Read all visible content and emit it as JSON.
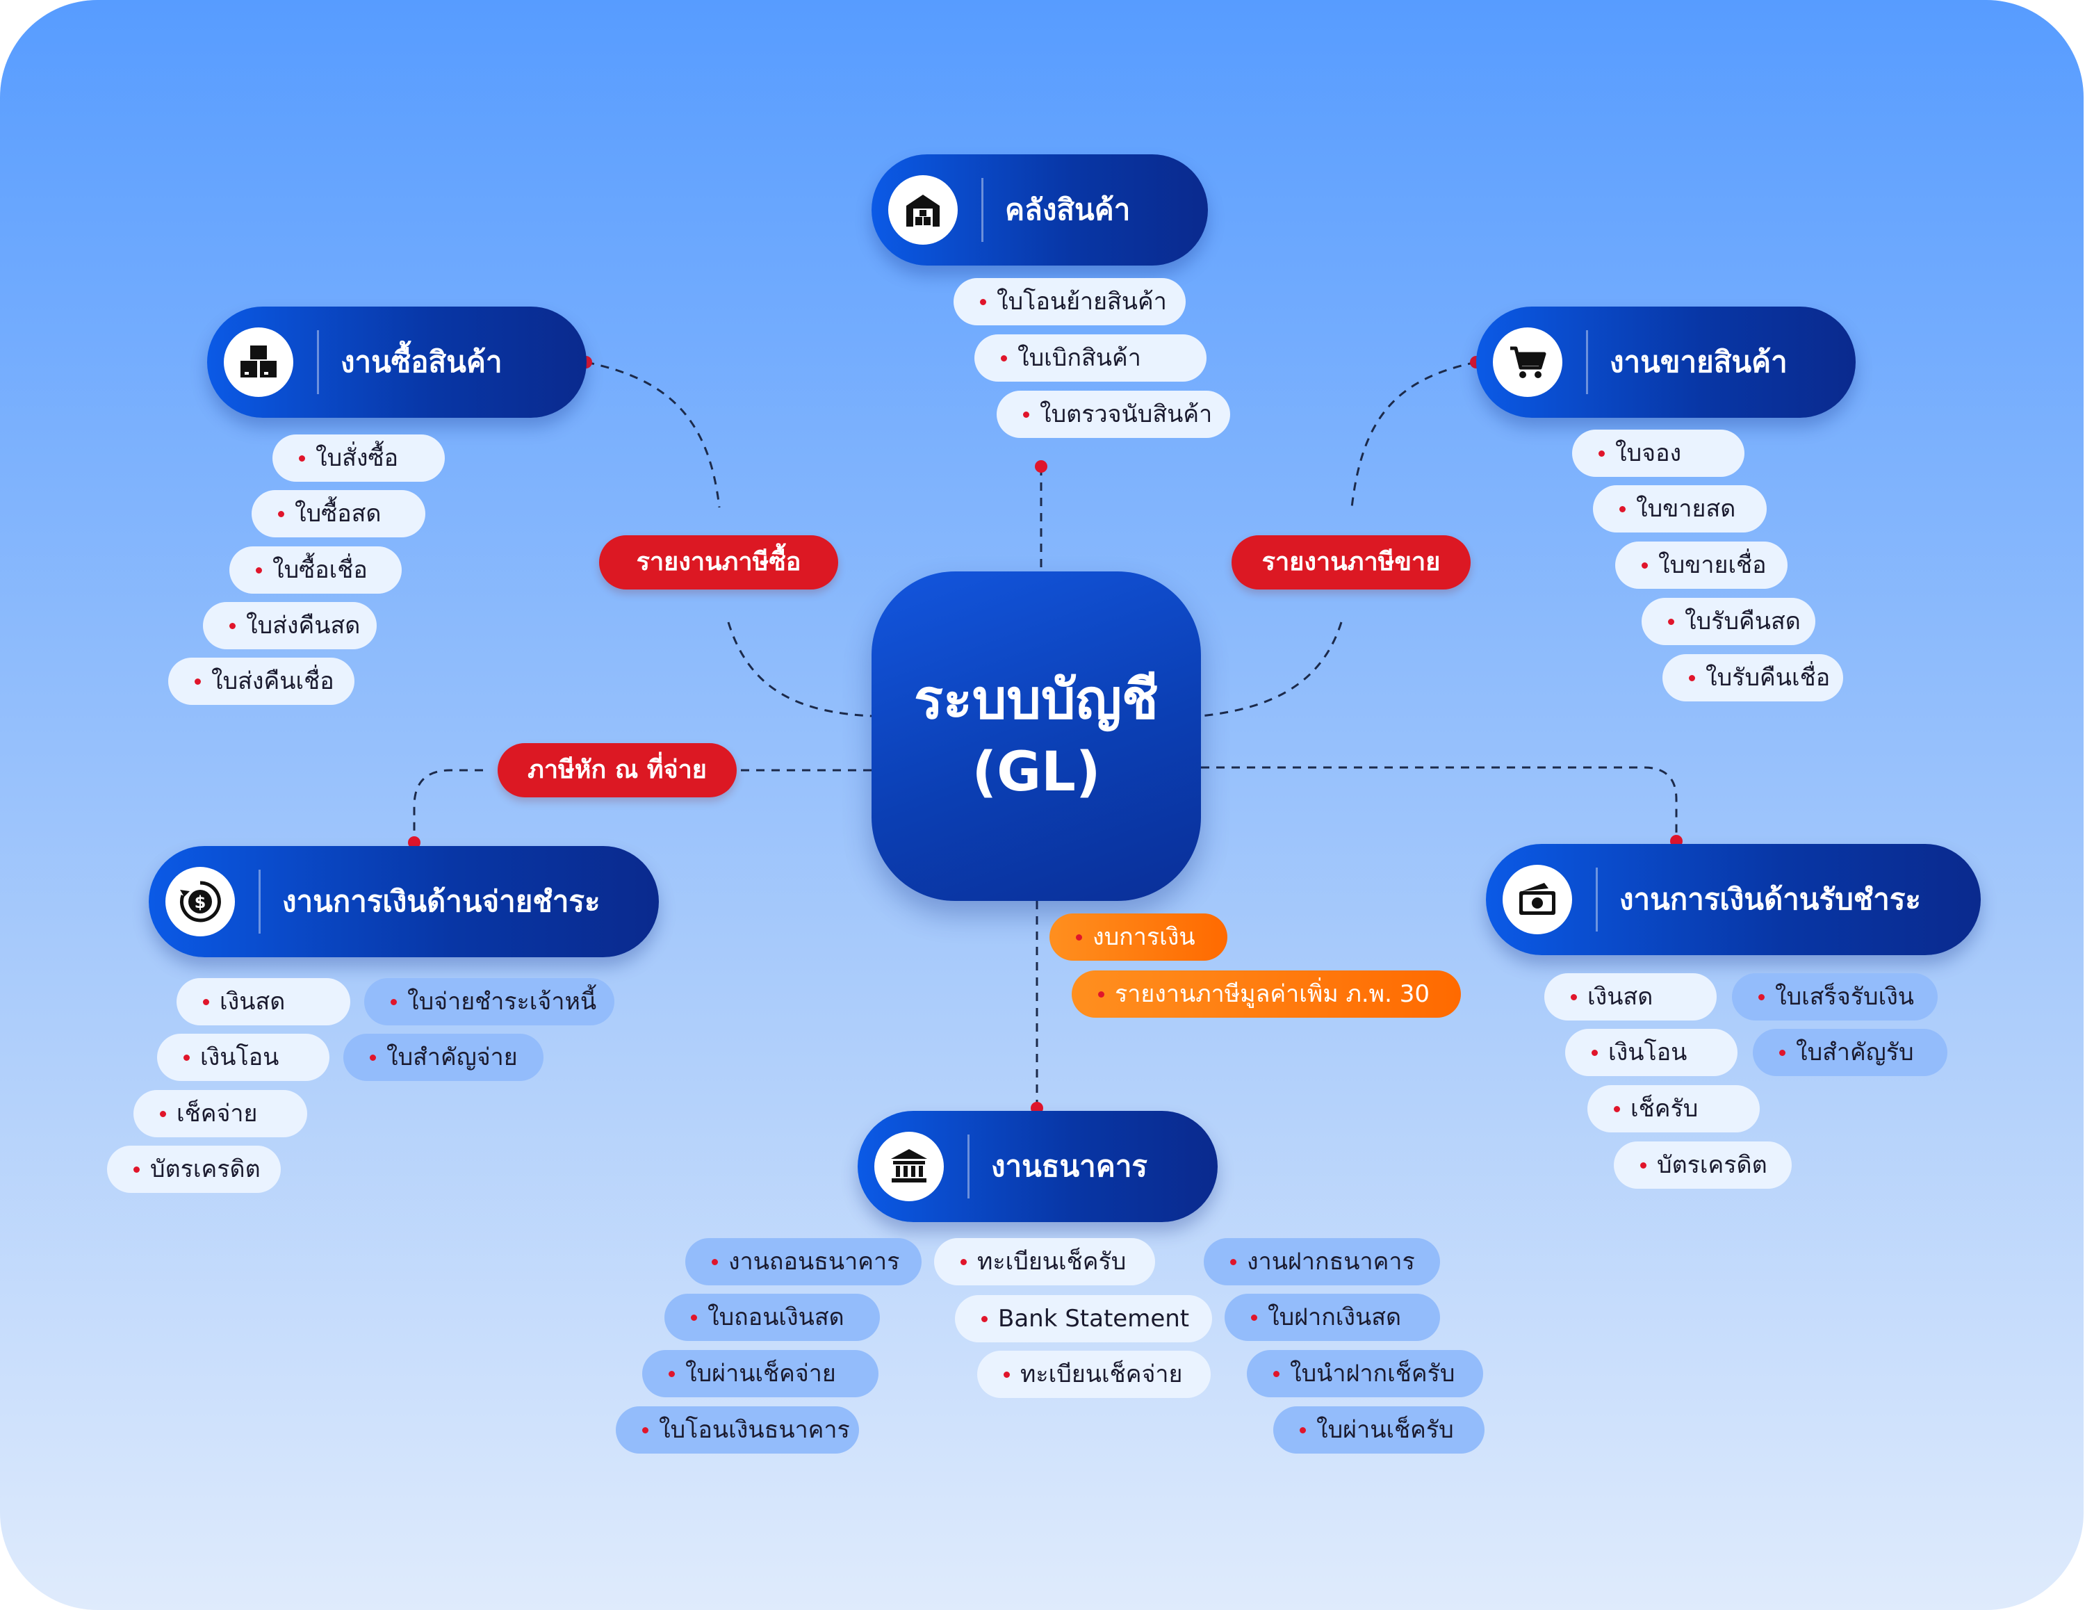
{
  "center": {
    "line1": "ระบบบัญชี",
    "line2": "(GL)"
  },
  "modules": {
    "inventory": {
      "title": "คลังสินค้า",
      "icon": "warehouse-icon",
      "items": [
        "ใบโอนย้ายสินค้า",
        "ใบเบิกสินค้า",
        "ใบตรวจนับสินค้า"
      ]
    },
    "purchase": {
      "title": "งานซื้อสินค้า",
      "icon": "boxes-icon",
      "items": [
        "ใบสั่งซื้อ",
        "ใบซื้อสด",
        "ใบซื้อเชื่อ",
        "ใบส่งคืนสด",
        "ใบส่งคืนเชื่อ"
      ]
    },
    "sales": {
      "title": "งานขายสินค้า",
      "icon": "shopping-cart-icon",
      "items": [
        "ใบจอง",
        "ใบขายสด",
        "ใบขายเชื่อ",
        "ใบรับคืนสด",
        "ใบรับคืนเชื่อ"
      ]
    },
    "payment": {
      "title": "งานการเงินด้านจ่ายชำระ",
      "icon": "dollar-coin-icon",
      "items": [
        "เงินสด",
        "เงินโอน",
        "เช็คจ่าย",
        "บัตรเครดิต"
      ],
      "items_extra": [
        "ใบจ่ายชำระเจ้าหนี้",
        "ใบสำคัญจ่าย"
      ]
    },
    "receipt": {
      "title": "งานการเงินด้านรับชำระ",
      "icon": "cash-icon",
      "items": [
        "เงินสด",
        "เงินโอน",
        "เช็ครับ",
        "บัตรเครดิต"
      ],
      "items_extra": [
        "ใบเสร็จรับเงิน",
        "ใบสำคัญรับ"
      ]
    },
    "bank": {
      "title": "งานธนาคาร",
      "icon": "bank-icon",
      "col1": [
        "งานถอนธนาคาร",
        "ใบถอนเงินสด",
        "ใบผ่านเช็คจ่าย",
        "ใบโอนเงินธนาคาร"
      ],
      "col2": [
        "ทะเบียนเช็ครับ",
        "Bank Statement",
        "ทะเบียนเช็คจ่าย"
      ],
      "col3": [
        "งานฝากธนาคาร",
        "ใบฝากเงินสด",
        "ใบนำฝากเช็ครับ",
        "ใบผ่านเช็ครับ"
      ]
    }
  },
  "tags": {
    "purchase_tax": "รายงานภาษีซื้อ",
    "sales_tax": "รายงานภาษีขาย",
    "withholding_tax": "ภาษีหัก ณ ที่จ่าย"
  },
  "reports": [
    "งบการเงิน",
    "รายงานภาษีมูลค่าเพิ่ม ภ.พ. 30"
  ],
  "colors": {
    "header_blue": "#0a3cb0",
    "tag_red": "#dc1823",
    "report_orange": "#ff7a10",
    "chip_light": "#eaf3ff",
    "chip_blue": "#93bcfb"
  }
}
